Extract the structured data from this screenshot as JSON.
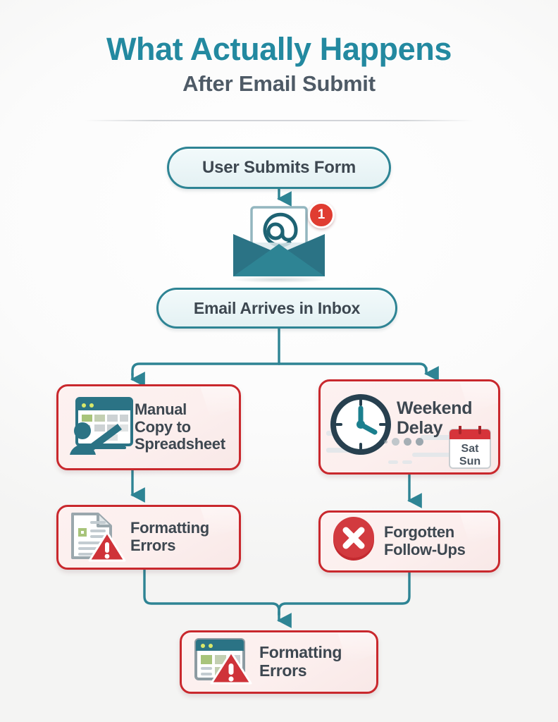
{
  "header": {
    "title": "What Actually Happens",
    "subtitle": "After Email Submit"
  },
  "flow": {
    "nodes": [
      {
        "id": "submit",
        "label": "User Submits Form",
        "type": "pill",
        "icon": "none"
      },
      {
        "id": "inbox",
        "label": "Email Arrives in Inbox",
        "type": "pill",
        "icon": "none"
      }
    ],
    "email_icon": {
      "name": "open-envelope-with-at-symbol",
      "at_symbol": "@",
      "badge_count": "1",
      "badge_color": "#e03c31"
    },
    "problem_cards": [
      {
        "id": "manual-copy",
        "line1": "Manual",
        "line2": "Copy to",
        "line3": "Spreadsheet",
        "icon": "person-at-spreadsheet-icon"
      },
      {
        "id": "weekend-delay",
        "line1": "Weekend",
        "line2": "Delay",
        "icon": "clock-icon",
        "calendar": {
          "day1": "Sat",
          "day2": "Sun"
        }
      },
      {
        "id": "formatting-errors-left",
        "line1": "Formatting",
        "line2": "Errors",
        "icon": "document-warning-icon"
      },
      {
        "id": "forgotten-followups",
        "line1": "Forgotten",
        "line2": "Follow-Ups",
        "icon": "red-x-circle-icon"
      },
      {
        "id": "formatting-errors-bottom",
        "line1": "Formatting",
        "line2": "Errors",
        "icon": "spreadsheet-warning-icon"
      }
    ]
  },
  "colors": {
    "teal": "#2e8494",
    "title_teal": "#2389a0",
    "slate": "#4e5a66",
    "text_dark": "#3d4750",
    "card_red": "#c9282d",
    "card_fill": "#fdf1f0",
    "pill_fill": "#e8f4f6",
    "badge_red": "#e03c31",
    "warning_red": "#cf3339",
    "accent_green": "#a8c47a",
    "envelope_dark": "#1e6373",
    "clock_navy": "#27404f"
  }
}
